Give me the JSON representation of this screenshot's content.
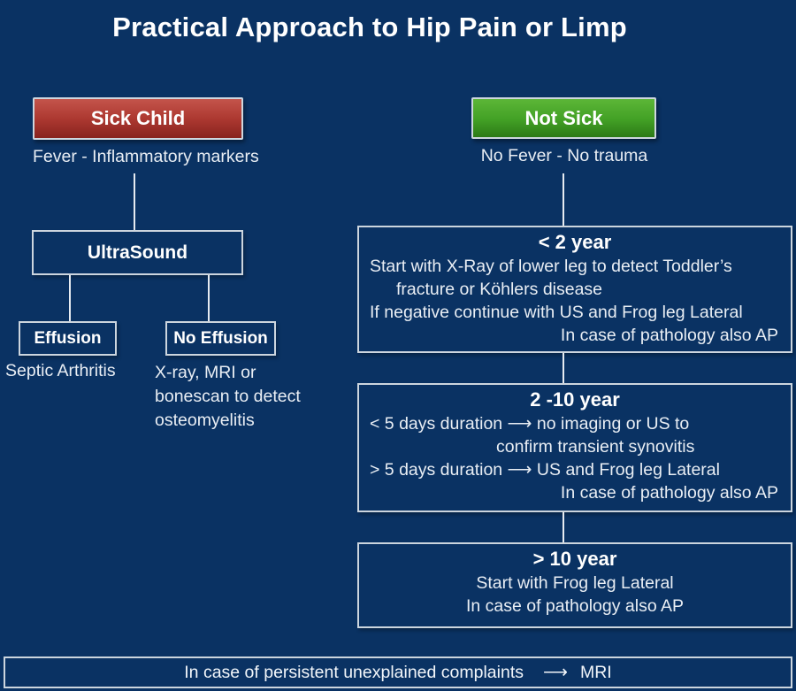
{
  "title": "Practical Approach to Hip Pain or Limp",
  "colors": {
    "background": "#0a3263",
    "box_border": "#ccd5de",
    "sick_red": "#9c2d26",
    "not_sick_green": "#3f9a24",
    "connector": "#e6ebf1",
    "text": "#eef3f8"
  },
  "sick_branch": {
    "box_label": "Sick Child",
    "subtitle": "Fever - Inflammatory markers",
    "ultrasound_label": "UltraSound",
    "effusion_label": "Effusion",
    "effusion_result": "Septic Arthritis",
    "no_effusion_label": "No Effusion",
    "no_effusion_line1": "X-ray, MRI or",
    "no_effusion_line2": "bonescan to detect",
    "no_effusion_line3": "osteomyelitis"
  },
  "not_sick_branch": {
    "box_label": "Not Sick",
    "subtitle": "No Fever - No trauma",
    "under2": {
      "header": "< 2 year",
      "line1": "Start with X-Ray of lower leg to detect Toddler’s",
      "line2": "fracture or Köhlers disease",
      "line3": "If negative continue with US and Frog leg Lateral",
      "line4": "In case of pathology also AP"
    },
    "from2to10": {
      "header": "2 -10 year",
      "line1": "< 5 days duration  ⟶  no imaging or US to",
      "line2": "confirm transient synovitis",
      "line3": "> 5 days duration  ⟶  US and Frog leg Lateral",
      "line4": "In case of pathology also AP"
    },
    "over10": {
      "header": "> 10 year",
      "line1": "Start with Frog leg Lateral",
      "line2": "In case of pathology also AP"
    }
  },
  "footer": {
    "text": "In case of persistent unexplained complaints",
    "arrow": "⟶",
    "result": "MRI"
  }
}
